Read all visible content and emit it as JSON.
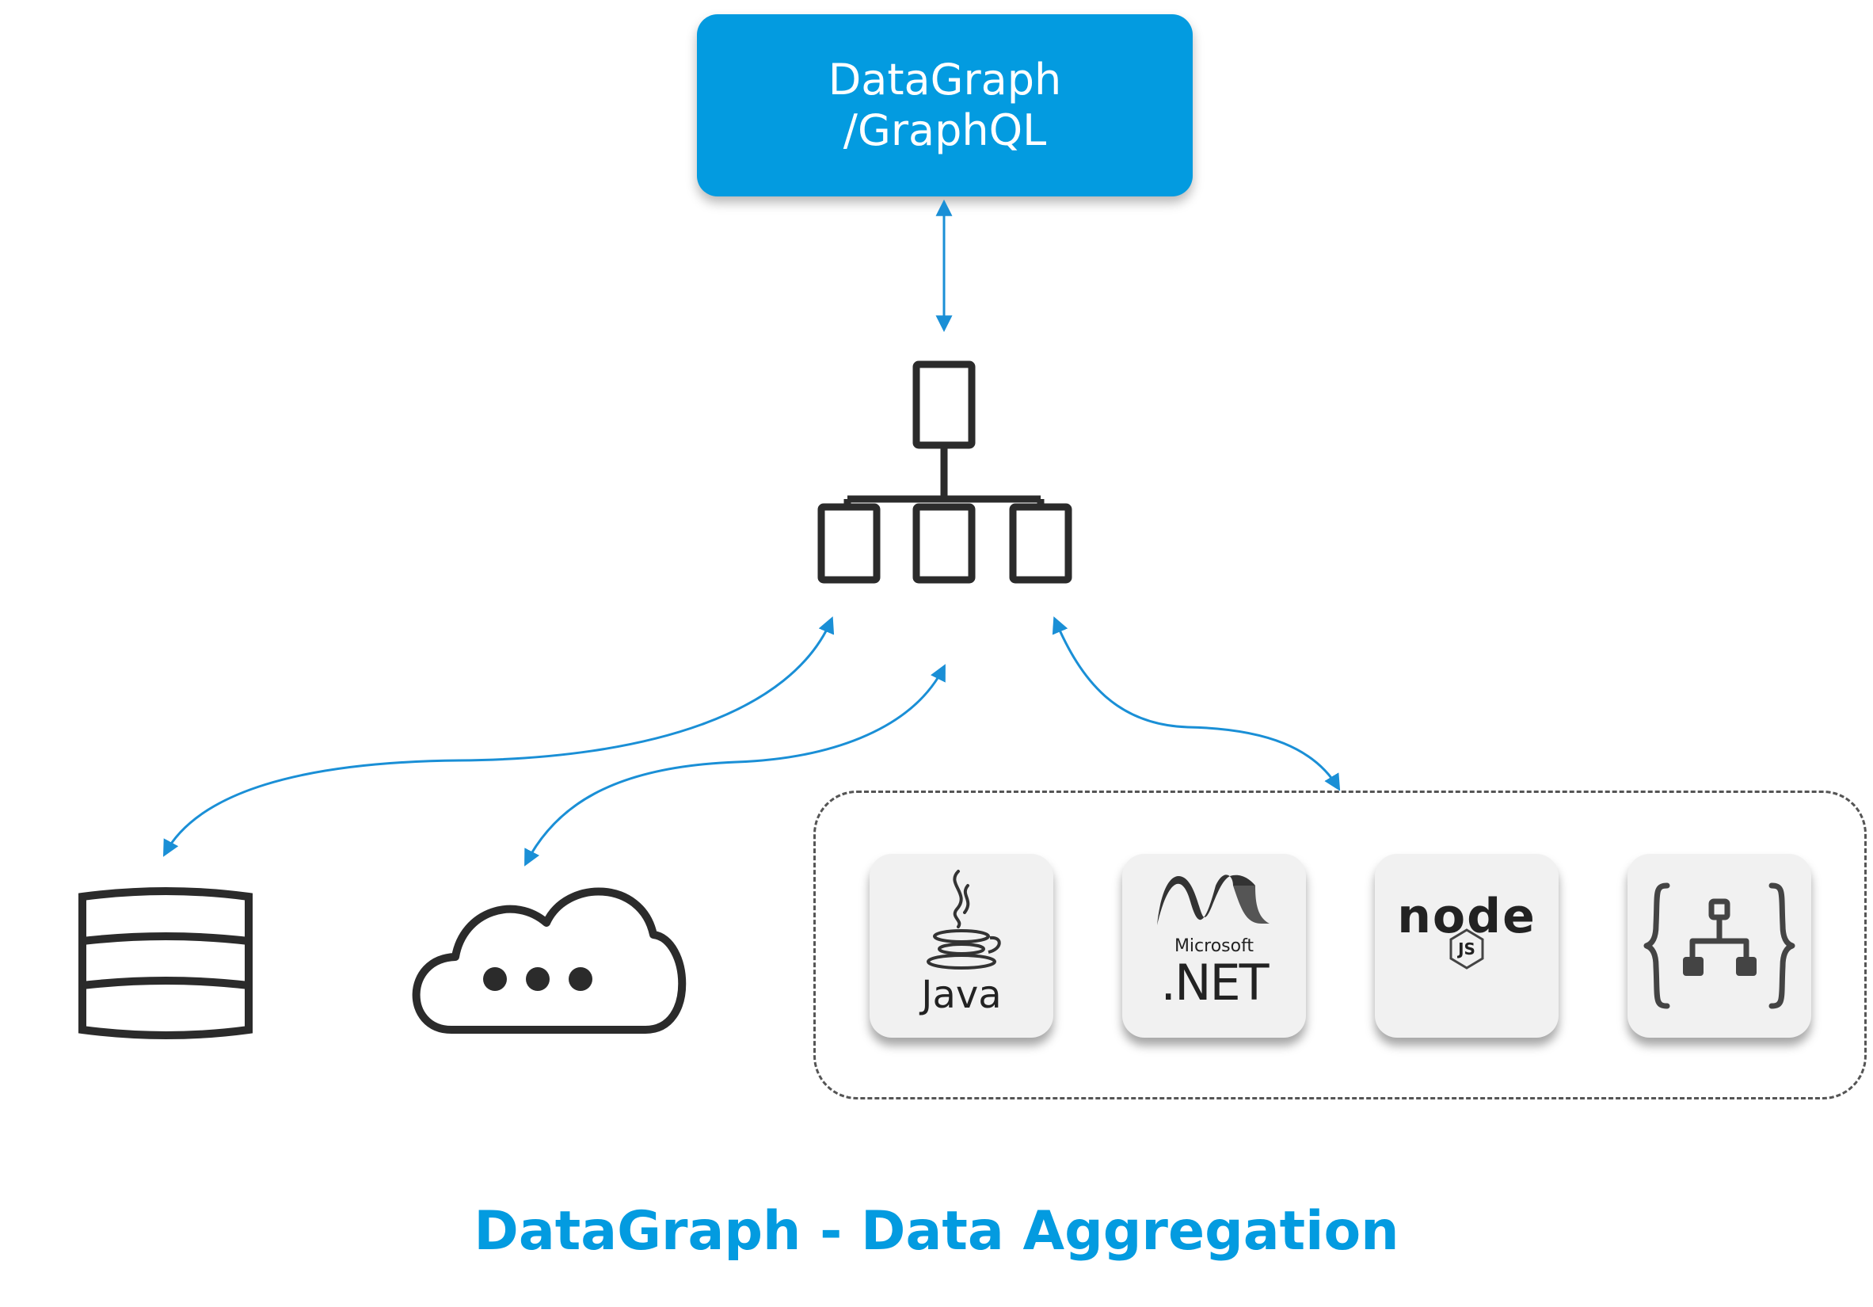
{
  "diagram": {
    "top_node": {
      "line1": "DataGraph",
      "line2": "/GraphQL"
    },
    "hierarchy_node": {
      "icon": "hierarchy-icon"
    },
    "sources": {
      "database": {
        "icon": "database-icon"
      },
      "cloud": {
        "icon": "cloud-icon"
      },
      "services": [
        {
          "icon": "java-logo-icon",
          "label": "Java"
        },
        {
          "icon": "dotnet-logo-icon",
          "label_top": "Microsoft",
          "label": ".NET"
        },
        {
          "icon": "nodejs-logo-icon",
          "label": "node",
          "badge": "JS"
        },
        {
          "icon": "api-braces-icon"
        }
      ]
    },
    "colors": {
      "accent": "#039be0",
      "arrow": "#1a8fd6",
      "icon_stroke": "#2b2b2b"
    },
    "footer_title": "DataGraph - Data Aggregation"
  }
}
